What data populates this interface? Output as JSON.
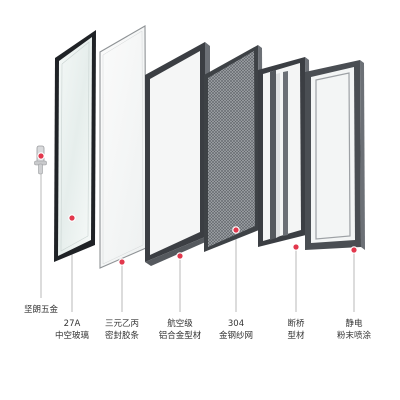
{
  "components": [
    {
      "key": "hardware",
      "lines": [
        "坚朗五金",
        ""
      ]
    },
    {
      "key": "glass",
      "lines": [
        "27A",
        "中空玻璃"
      ]
    },
    {
      "key": "gasket",
      "lines": [
        "三元乙丙",
        "密封胶条"
      ]
    },
    {
      "key": "aluminum",
      "lines": [
        "航空级",
        "铝合金型材"
      ]
    },
    {
      "key": "screen",
      "lines": [
        "304",
        "金钢纱网"
      ]
    },
    {
      "key": "thermal_break",
      "lines": [
        "断桥",
        "型材"
      ]
    },
    {
      "key": "coating",
      "lines": [
        "静电",
        "粉末喷涂"
      ]
    }
  ],
  "colors": {
    "marker": "#e2384d",
    "frame_dark": "#3b3e43",
    "frame_mid": "#6c7076",
    "glass": "#eef3f2",
    "leader": "#a8a8a8"
  }
}
